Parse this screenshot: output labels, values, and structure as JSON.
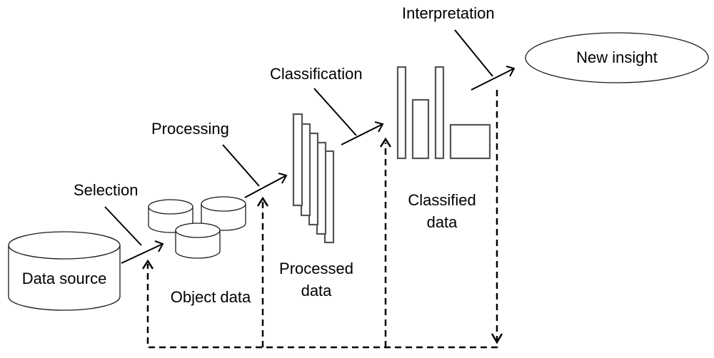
{
  "diagram": {
    "nodes": {
      "data_source": "Data source",
      "object_data": "Object data",
      "processed_data": [
        "Processed",
        "data"
      ],
      "classified_data": [
        "Classified",
        "data"
      ],
      "new_insight": "New insight"
    },
    "steps": {
      "selection": "Selection",
      "processing": "Processing",
      "classification": "Classification",
      "interpretation": "Interpretation"
    }
  }
}
